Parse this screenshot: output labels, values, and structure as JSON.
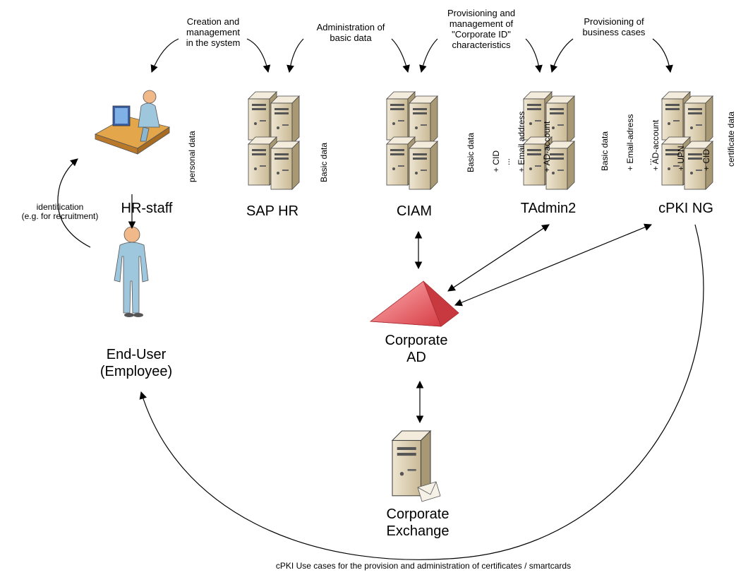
{
  "labels": {
    "creation": [
      "Creation and",
      "management",
      "in the system"
    ],
    "admin_basic": [
      "Administration of",
      "basic data"
    ],
    "provisioning_cid": [
      "Provisioning and",
      "management of",
      "\"Corporate ID\"",
      "characteristics"
    ],
    "provisioning_business": [
      "Provisioning of",
      "business cases"
    ],
    "identification": [
      "identification",
      "(e.g. for recruitment)"
    ],
    "bottom": "cPKI Use cases for the provision and administration of certificates / smartcards"
  },
  "nodes": {
    "hr_staff": "HR-staff",
    "sap_hr": "SAP HR",
    "ciam": "CIAM",
    "tadmin2": "TAdmin2",
    "cpki_ng": "cPKI NG",
    "end_user": [
      "End-User",
      "(Employee)"
    ],
    "corporate_ad": [
      "Corporate",
      "AD"
    ],
    "corporate_exchange": [
      "Corporate",
      "Exchange"
    ]
  },
  "data_notes": {
    "hr": "personal data",
    "sap": "Basic data",
    "ciam": [
      "Basic data",
      "+ CID",
      "+ Email address",
      "+ AD-account"
    ],
    "tadmin": [
      "Basic data",
      "+ Email-adress",
      "+ AD-account",
      "+ UPN",
      "+ CID"
    ],
    "cpki": "certificate data",
    "ellipsis": "..."
  },
  "colors": {
    "server_body": "#d8cbb0",
    "server_front": "#c4b597",
    "ad_pyramid": "#e85a5f",
    "person": "#9ec6dc",
    "desk": "#d89a3a"
  }
}
